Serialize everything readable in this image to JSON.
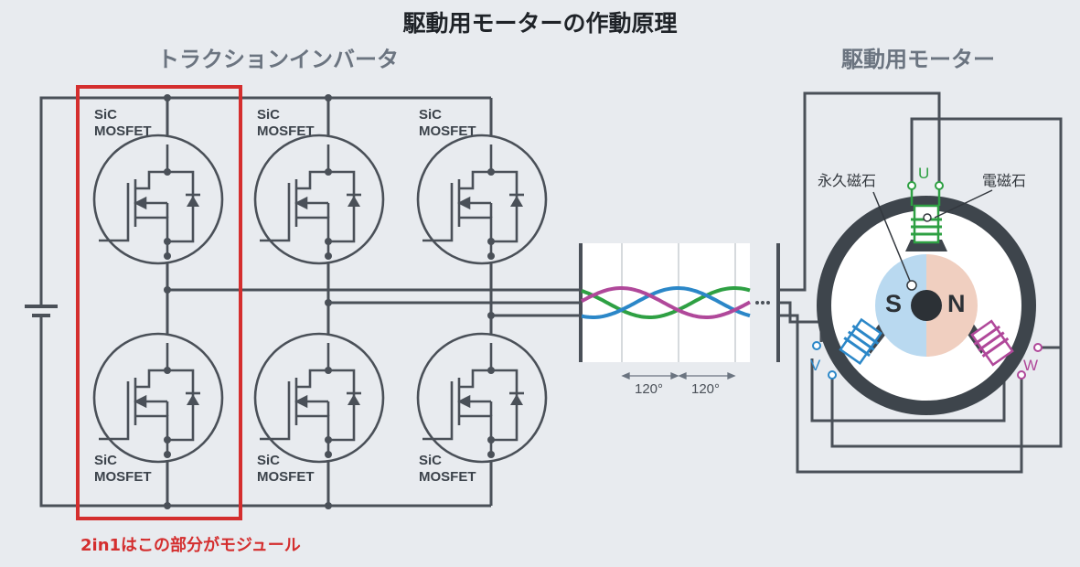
{
  "header": {
    "title": "駆動用モーターの作動原理"
  },
  "inverter": {
    "title": "トラクションインバータ",
    "mosfet_label_line1": "SiC",
    "mosfet_label_line2": "MOSFET",
    "module_note": "2in1はこの部分がモジュール"
  },
  "waveform": {
    "phase_angle_1": "120°",
    "phase_angle_2": "120°"
  },
  "motor": {
    "title": "駆動用モーター",
    "permanent_magnet_label": "永久磁石",
    "electromagnet_label": "電磁石",
    "pole_s": "S",
    "pole_n": "N",
    "phase_u": "U",
    "phase_v": "V",
    "phase_w": "W"
  },
  "colors": {
    "highlight": "#d42e2e",
    "phase_u": "#2ea043",
    "phase_v": "#2b87c8",
    "phase_w": "#b0489a",
    "wire": "#4a5058"
  }
}
